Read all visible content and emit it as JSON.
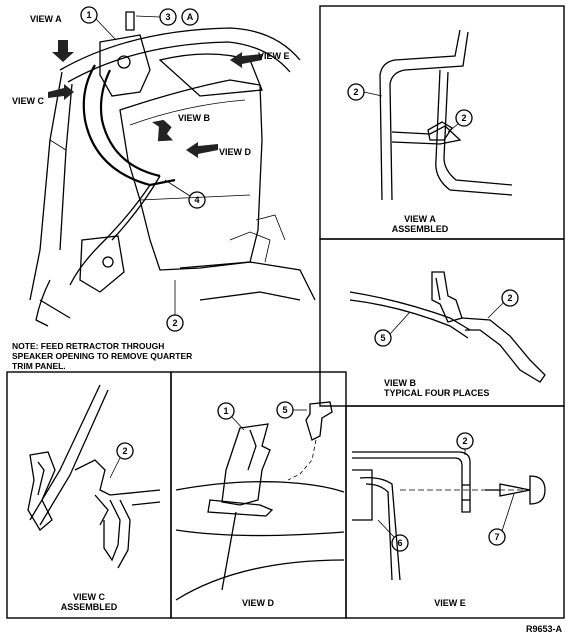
{
  "labels": {
    "view_a_main": "VIEW A",
    "view_c_main": "VIEW C",
    "view_e_main": "VIEW E",
    "view_b_main": "VIEW B",
    "view_d_main": "VIEW D",
    "note_line1": "NOTE: FEED RETRACTOR THROUGH",
    "note_line2": "SPEAKER OPENING TO REMOVE QUARTER",
    "note_line3": "TRIM PANEL.",
    "panel_a_line1": "VIEW A",
    "panel_a_line2": "ASSEMBLED",
    "panel_b_line1": "VIEW B",
    "panel_b_line2": "TYPICAL FOUR PLACES",
    "panel_c_line1": "VIEW C",
    "panel_c_line2": "ASSEMBLED",
    "panel_d": "VIEW D",
    "panel_e": "VIEW E",
    "figure_id": "R9653-A"
  },
  "callouts": {
    "main_1": "1",
    "main_3": "3",
    "main_A": "A",
    "main_4": "4",
    "main_2": "2",
    "a_2_left": "2",
    "a_2_right": "2",
    "b_2": "2",
    "b_5": "5",
    "c_2": "2",
    "d_1": "1",
    "d_5": "5",
    "e_2": "2",
    "e_6": "6",
    "e_7": "7"
  }
}
